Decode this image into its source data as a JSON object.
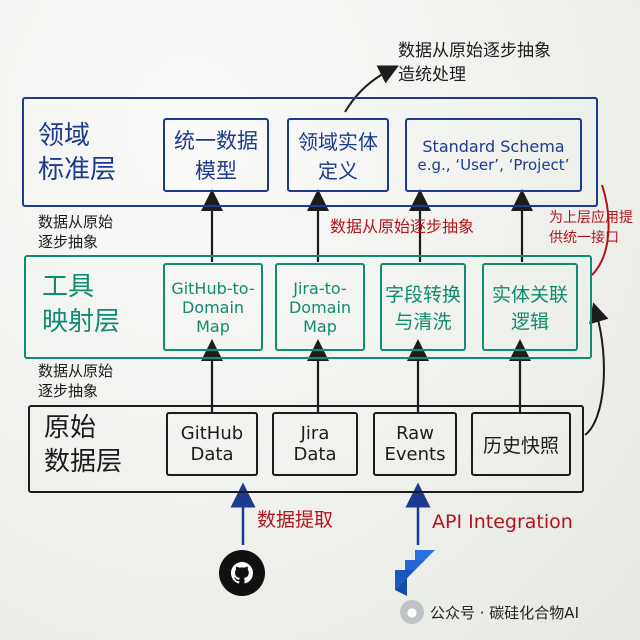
{
  "top_note": {
    "line1": "数据从原始逐步抽象",
    "line2": "造统处理"
  },
  "domain_layer": {
    "title_line1": "领域",
    "title_line2": "标准层",
    "boxes": [
      {
        "line1": "统一数据",
        "line2": "模型"
      },
      {
        "line1": "领域实体",
        "line2": "定义"
      },
      {
        "line1": "Standard Schema",
        "line2": "e.g., ‘User’, ‘Project’"
      }
    ]
  },
  "side_labels": {
    "upper_left": {
      "line1": "数据从原始",
      "line2": "逐步抽象"
    },
    "mid_center": "数据从原始逐步抽象",
    "right": {
      "line1": "为上层应用提",
      "line2": "供统一接口"
    },
    "lower_left": {
      "line1": "数据从原始",
      "line2": "逐步抽象"
    }
  },
  "tool_layer": {
    "title_line1": "工具",
    "title_line2": "映射层",
    "boxes": [
      {
        "line1": "GitHub-to-",
        "line2": "Domain",
        "line3": "Map"
      },
      {
        "line1": "Jira-to-",
        "line2": "Domain",
        "line3": "Map"
      },
      {
        "line1": "字段转换",
        "line2": "与清洗"
      },
      {
        "line1": "实体关联",
        "line2": "逻辑"
      }
    ]
  },
  "raw_layer": {
    "title_line1": "原始",
    "title_line2": "数据层",
    "boxes": [
      {
        "line1": "GitHub",
        "line2": "Data"
      },
      {
        "line1": "Jira",
        "line2": "Data"
      },
      {
        "line1": "Raw",
        "line2": "Events"
      },
      {
        "line1": "历史快照"
      }
    ]
  },
  "sources": {
    "left_label": "数据提取",
    "right_label": "API Integration"
  },
  "watermark": "公众号 · 碳硅化合物AI",
  "colors": {
    "blue": "#1c3a8e",
    "green": "#0f8c74",
    "black": "#1c1c1c",
    "red": "#b3141b"
  },
  "icons": [
    "github-icon",
    "jira-icon",
    "wechat-icon"
  ]
}
